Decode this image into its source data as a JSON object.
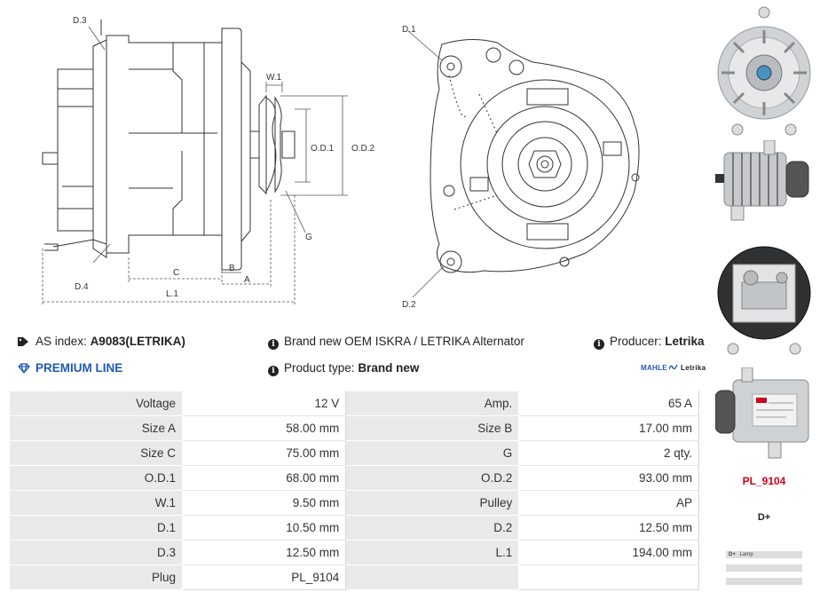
{
  "drawing_labels": {
    "d3": "D.3",
    "d4": "D.4",
    "d1": "D.1",
    "d2": "D.2",
    "w1": "W.1",
    "od1": "O.D.1",
    "od2": "O.D.2",
    "g": "G",
    "c": "C",
    "b": "B",
    "a": "A",
    "l1": "L.1"
  },
  "info": {
    "as_index_label": "AS index:",
    "as_index_value": "A9083(LETRIKA)",
    "premium_line": "PREMIUM LINE",
    "description": "Brand new OEM ISKRA / LETRIKA Alternator",
    "product_type_label": "Product type:",
    "product_type_value": "Brand new",
    "producer_label": "Producer:",
    "producer_value": "Letrika",
    "logo_mahle": "MAHLE",
    "logo_letrika": "Letrika"
  },
  "specs": [
    {
      "l1": "Voltage",
      "v1": "12 V",
      "l2": "Amp.",
      "v2": "65 A"
    },
    {
      "l1": "Size A",
      "v1": "58.00 mm",
      "l2": "Size B",
      "v2": "17.00 mm"
    },
    {
      "l1": "Size C",
      "v1": "75.00 mm",
      "l2": "G",
      "v2": "2 qty."
    },
    {
      "l1": "O.D.1",
      "v1": "68.00 mm",
      "l2": "O.D.2",
      "v2": "93.00 mm"
    },
    {
      "l1": "W.1",
      "v1": "9.50 mm",
      "l2": "Pulley",
      "v2": "AP"
    },
    {
      "l1": "D.1",
      "v1": "10.50 mm",
      "l2": "D.2",
      "v2": "12.50 mm"
    },
    {
      "l1": "D.3",
      "v1": "12.50 mm",
      "l2": "L.1",
      "v2": "194.00 mm"
    },
    {
      "l1": "Plug",
      "v1": "PL_9104",
      "l2": "",
      "v2": ""
    }
  ],
  "sidebar": {
    "plug_caption": "PL_9104",
    "plug_caption_color": "#d0021b",
    "terminal_caption": "D+",
    "plug_table_d": "D+",
    "plug_table_lamp": "Lamp"
  }
}
